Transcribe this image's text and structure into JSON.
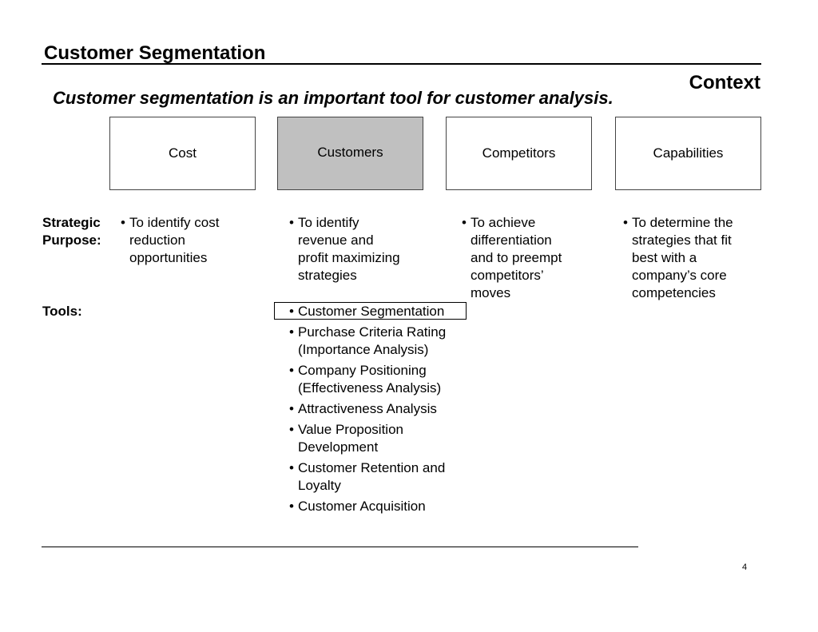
{
  "header": {
    "title": "Customer Segmentation",
    "section": "Context",
    "subtitle": "Customer segmentation is an important tool for customer analysis."
  },
  "boxes": [
    {
      "label": "Cost",
      "highlighted": false
    },
    {
      "label": "Customers",
      "highlighted": true
    },
    {
      "label": "Competitors",
      "highlighted": false
    },
    {
      "label": "Capabilities",
      "highlighted": false
    }
  ],
  "row_labels": {
    "strategic_line1": "Strategic",
    "strategic_line2": "Purpose:",
    "tools": "Tools:"
  },
  "purposes": [
    [
      "To identify cost",
      "reduction",
      "opportunities"
    ],
    [
      "To identify",
      "revenue and",
      "profit maximizing",
      "strategies"
    ],
    [
      "To achieve",
      "differentiation",
      "and to preempt",
      "competitors’",
      "moves"
    ],
    [
      "To determine the",
      "strategies that fit",
      "best with a",
      "company’s core",
      "competencies"
    ]
  ],
  "tools": [
    [
      "Customer Segmentation"
    ],
    [
      "Purchase Criteria Rating",
      "(Importance Analysis)"
    ],
    [
      "Company Positioning",
      "(Effectiveness Analysis)"
    ],
    [
      "Attractiveness Analysis"
    ],
    [
      "Value Proposition",
      "Development"
    ],
    [
      "Customer Retention and",
      "Loyalty"
    ],
    [
      "Customer Acquisition"
    ]
  ],
  "highlighted_tool_index": 0,
  "colors": {
    "highlight_box": "#c0c0c0",
    "border": "#444444"
  },
  "page_number": "4"
}
